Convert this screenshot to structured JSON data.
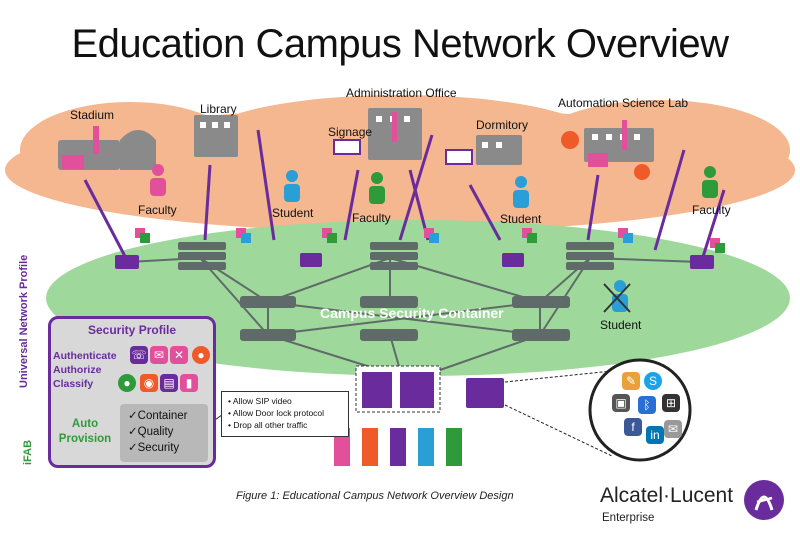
{
  "title": "Education Campus Network Overview",
  "buildings": {
    "stadium": "Stadium",
    "library": "Library",
    "admin": "Administration Office",
    "signage": "Signage",
    "dormitory": "Dormitory",
    "lab": "Automation Science Lab"
  },
  "users": {
    "faculty_left": "Faculty",
    "student_1": "Student",
    "faculty_mid": "Faculty",
    "student_2": "Student",
    "faculty_right": "Faculty",
    "student_3": "Student"
  },
  "container_label": "Campus Security Container",
  "side_labels": {
    "profile": "Universal Network Profile",
    "ifab": "iFAB"
  },
  "security_profile": {
    "title": "Security Profile",
    "lines": [
      "Authenticate",
      "Authorize",
      "Classify"
    ],
    "auto_provision": [
      "Auto",
      "Provision"
    ],
    "checks": [
      "✓Container",
      "✓Quality",
      "✓Security"
    ]
  },
  "policy": [
    "• Allow SIP video",
    "• Allow Door lock protocol",
    "• Drop all other traffic"
  ],
  "caption": "Figure 1: Educational Campus Network Overview Design",
  "brand": {
    "name": "Alcatel·Lucent",
    "sub": "Enterprise"
  },
  "colors": {
    "cloud": "#f4b78f",
    "ellipse": "#9fd89b",
    "purple": "#6a2b9c",
    "switch": "#5f6b68",
    "building": "#8a8a8a"
  },
  "apps": [
    "skype-icon",
    "chat-icon",
    "bluetooth-icon",
    "facebook-icon",
    "linkedin-icon",
    "mail-icon",
    "photo-icon",
    "windows-icon"
  ]
}
